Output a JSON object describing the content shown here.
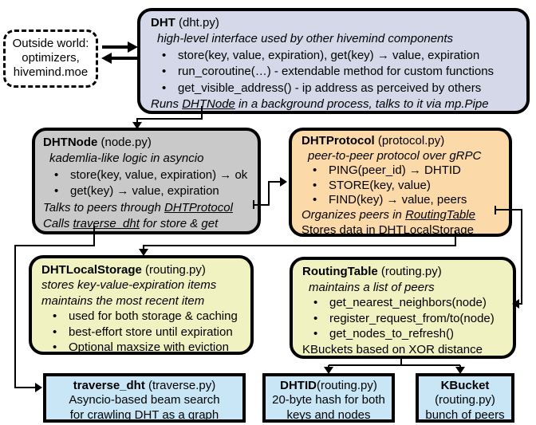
{
  "colors": {
    "dht_box": "#d4d8e9",
    "dhtnode_box": "#c9c9c9",
    "dhtprotocol_box": "#fcd9a8",
    "storage_boxes": "#f0f2c2",
    "bottom_boxes": "#c9e6f7",
    "border": "#000000"
  },
  "outside_world": {
    "lines": [
      "Outside world:",
      "optimizers,",
      "hivemind.moe"
    ]
  },
  "dht": {
    "title": "DHT",
    "file": " (dht.py)",
    "subtitle": "high-level interface used by other hivemind components",
    "bullets": [
      "store(key, value, expiration), get(key) → value, expiration",
      "run_coroutine(…) - extendable method for custom functions",
      "get_visible_address() - ip address as perceived by others"
    ],
    "footer": {
      "pre": "Runs ",
      "u": "DHTNode",
      "post": " in a background process, talks to it via mp.Pipe"
    }
  },
  "dhtnode": {
    "title": "DHTNode",
    "file": " (node.py)",
    "subtitle": "kademlia-like logic in asyncio",
    "bullets": [
      "store(key, value, expiration) → ok",
      "get(key) → value, expiration"
    ],
    "footer1": {
      "pre": "Talks to peers through ",
      "u": "DHTProtocol",
      "post": ""
    },
    "footer2": {
      "pre": "Calls ",
      "u": "traverse_dht",
      "post": " for store & get"
    }
  },
  "dhtprotocol": {
    "title": "DHTProtocol",
    "file": " (protocol.py)",
    "subtitle": "peer-to-peer protocol over gRPC",
    "bullets": [
      "PING(peer_id) → DHTID",
      "STORE(key, value)",
      "FIND(key) → value, peers"
    ],
    "footer1": {
      "pre": "Organizes peers in ",
      "u": "RoutingTable",
      "post": ""
    },
    "footer2": {
      "pre": "Stores data in DHT",
      "u": "LocalStorage",
      "post": ""
    }
  },
  "dhtlocalstorage": {
    "title": "DHTLocalStorage",
    "file": " (routing.py)",
    "subtitle1": "stores key-value-expiration items",
    "subtitle2": "maintains the most recent item",
    "bullets": [
      "used for both storage & caching",
      "best-effort store until expiration",
      "Optional maxsize with eviction"
    ]
  },
  "routingtable": {
    "title": "RoutingTable",
    "file": " (routing.py)",
    "subtitle": "maintains a list of peers",
    "bullets": [
      "get_nearest_neighbors(node)",
      "register_request_from/to(node)",
      "get_nodes_to_refresh()"
    ],
    "footer": "KBuckets based on XOR distance"
  },
  "traverse_dht": {
    "title": "traverse_dht",
    "file": " (traverse.py)",
    "lines": [
      "Asyncio-based beam search",
      "for crawling DHT as a graph"
    ]
  },
  "dhtid": {
    "title": "DHTID",
    "file": "(routing.py)",
    "lines": [
      "20-byte hash for both",
      "keys and nodes"
    ]
  },
  "kbucket": {
    "title": "KBucket",
    "file": "(routing.py)",
    "lines": [
      "bunch of peers"
    ]
  }
}
